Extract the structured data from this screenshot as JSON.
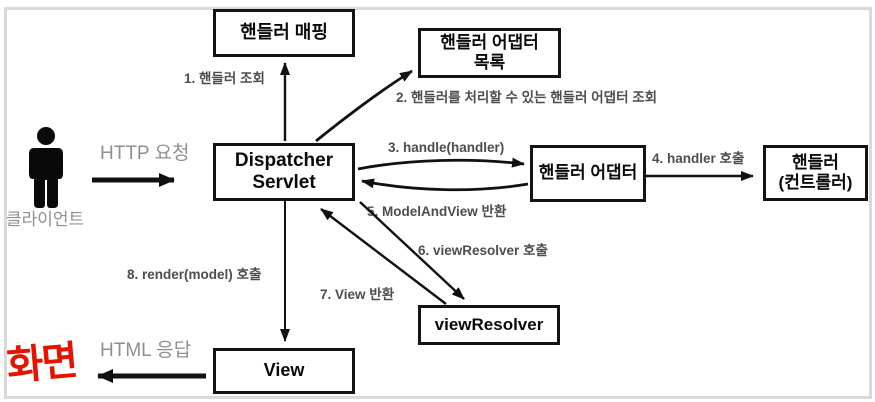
{
  "diagram": {
    "title_implied": "Spring MVC DispatcherServlet request flow",
    "boxes": {
      "handler_mapping": "핸들러 매핑",
      "adapter_list_line1": "핸들러 어댑터",
      "adapter_list_line2": "목록",
      "dispatcher_line1": "Dispatcher",
      "dispatcher_line2": "Servlet",
      "handler_adapter": "핸들러 어댑터",
      "handler_line1": "핸들러",
      "handler_line2": "(컨트롤러)",
      "view_resolver": "viewResolver",
      "view": "View"
    },
    "labels": {
      "step1": "1. 핸들러 조회",
      "step2": "2. 핸들러를 처리할 수 있는 핸들러 어댑터 조회",
      "step3": "3. handle(handler)",
      "step4": "4. handler 호출",
      "step5": "5. ModelAndView 반환",
      "step6": "6. viewResolver 호출",
      "step7": "7. View 반환",
      "step8": "8. render(model) 호출",
      "http_request": "HTTP 요청",
      "html_response": "HTML 응답",
      "client": "클라이언트",
      "screen": "화면"
    },
    "colors": {
      "box_border": "#141414",
      "step_label": "#4d4d4d",
      "gray_label": "#8f8f8f",
      "screen_red": "#e51400",
      "frame_border": "#d9d9d9",
      "arrow": "#111111"
    }
  }
}
